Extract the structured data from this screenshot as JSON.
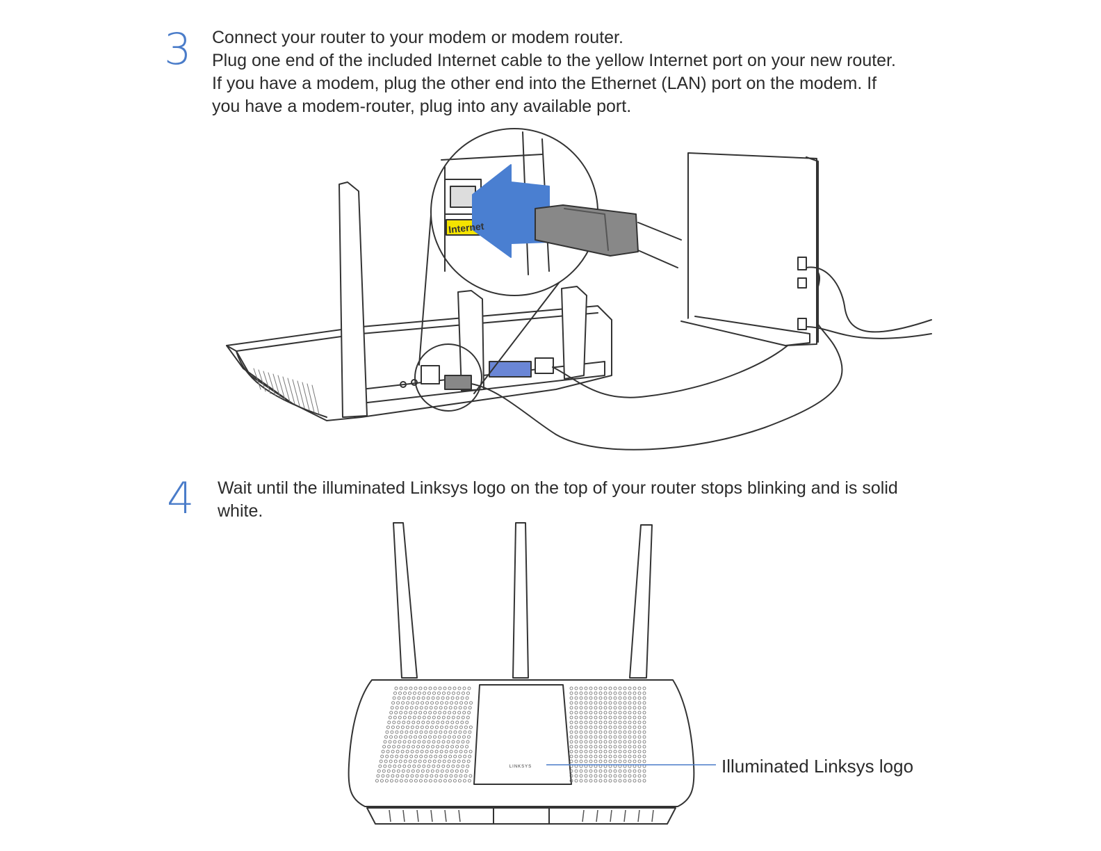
{
  "step3": {
    "number": "3",
    "title": "Connect your router to your modem or modem router.",
    "body": "Plug one end of the included Internet cable to the yellow Internet port on your new router. If you have a modem, plug the other end into the Ethernet (LAN) port on the modem. If you have a modem-router, plug into any available port.",
    "port_label": "Internet",
    "colors": {
      "arrow": "#4a7fd1",
      "port_label_bg": "#f5e400",
      "number": "#4a7cc9"
    }
  },
  "step4": {
    "number": "4",
    "body": "Wait until the illuminated Linksys logo on the top of your router stops blinking and is solid white.",
    "logo_text": "LINKSYS",
    "callout": "Illuminated Linksys logo",
    "colors": {
      "callout_line": "#4a7cc9"
    }
  }
}
